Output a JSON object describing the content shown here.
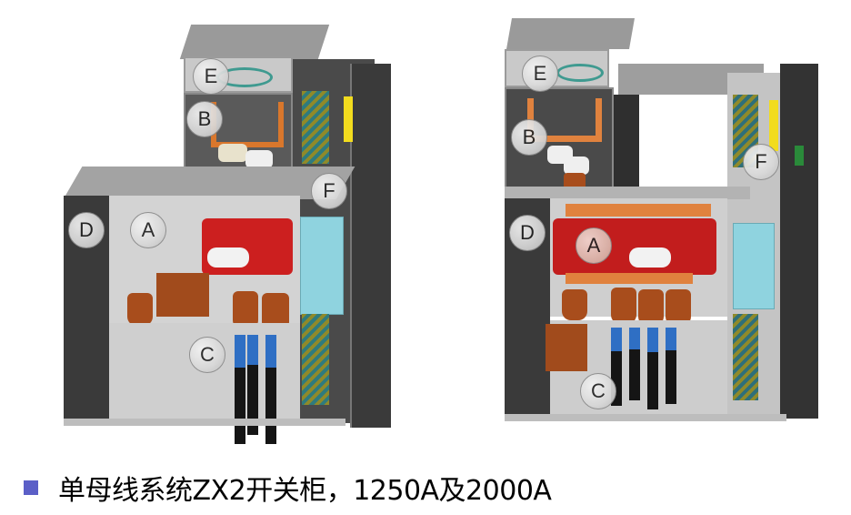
{
  "caption": {
    "bullet_color": "#5b5fc7",
    "text": "单母线系统ZX2开关柜，1250A及2000A"
  },
  "figures": [
    {
      "id": "left",
      "description": "ZX2 switchgear cutaway 1250A",
      "labels": [
        {
          "letter": "E"
        },
        {
          "letter": "B"
        },
        {
          "letter": "F"
        },
        {
          "letter": "D"
        },
        {
          "letter": "A"
        },
        {
          "letter": "C"
        }
      ]
    },
    {
      "id": "right",
      "description": "ZX2 switchgear cutaway 2000A",
      "labels": [
        {
          "letter": "E"
        },
        {
          "letter": "B"
        },
        {
          "letter": "F"
        },
        {
          "letter": "D"
        },
        {
          "letter": "A"
        },
        {
          "letter": "C"
        }
      ]
    }
  ],
  "colors": {
    "breaker_red": "#cc1f1f",
    "copper": "#b5541e",
    "copper_bar": "#e0823e",
    "panel_gray": "#c8c8c8",
    "panel_dark": "#3b3b3b",
    "lv_cyan": "#8fd3df",
    "cable_blue": "#2f6fc4",
    "warning_yellow": "#f2dc1e"
  }
}
